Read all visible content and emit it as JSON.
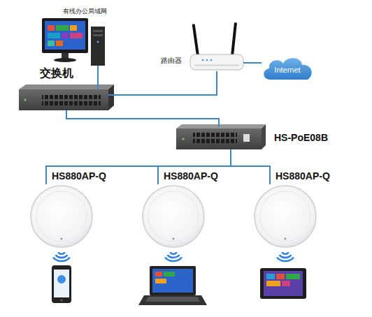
{
  "diagram": {
    "nodes": [
      {
        "text": [
          "有线办公局域网"
        ]
      },
      {
        "text": [
          "路由器"
        ]
      },
      {
        "text": [
          "Internet"
        ]
      },
      {
        "text": [
          "交换机"
        ]
      },
      {
        "text": [
          "HS-PoE08B"
        ]
      },
      {
        "text": [
          "HS880AP-Q"
        ]
      },
      {
        "text": [
          "HS880AP-Q"
        ]
      },
      {
        "text": [
          "HS880AP-Q"
        ]
      }
    ],
    "edges": [
      {
        "from": 0,
        "to": 3,
        "arrow": "none"
      },
      {
        "from": 3,
        "to": 1,
        "arrow": "none"
      },
      {
        "from": 1,
        "to": 2,
        "arrow": "none"
      },
      {
        "from": 3,
        "to": 4,
        "arrow": "none"
      },
      {
        "from": 4,
        "to": 5,
        "arrow": "none"
      },
      {
        "from": 4,
        "to": 6,
        "arrow": "none"
      },
      {
        "from": 4,
        "to": 7,
        "arrow": "none"
      }
    ]
  }
}
